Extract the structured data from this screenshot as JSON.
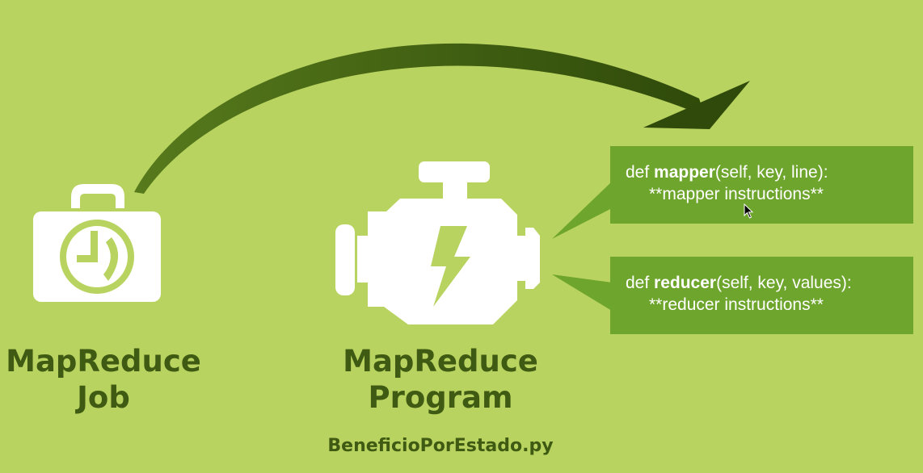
{
  "job": {
    "line1": "MapReduce",
    "line2": "Job"
  },
  "program": {
    "line1": "MapReduce",
    "line2": "Program"
  },
  "file_name": "BeneficioPorEstado.py",
  "mapper": {
    "prefix": "def ",
    "name": "mapper",
    "signature": "(self, key, line):",
    "body": "**mapper instructions**"
  },
  "reducer": {
    "prefix": "def ",
    "name": "reducer",
    "signature": "(self, key, values):",
    "body": "**reducer instructions**"
  },
  "colors": {
    "background": "#b8d35f",
    "dark_green": "#3f5a12",
    "box_green": "#6ea52c",
    "arrow": "#3d5a10",
    "icon": "#ffffff"
  },
  "icons": [
    "briefcase-clock-icon",
    "engine-lightning-icon",
    "curved-arrow-icon",
    "mouse-cursor-icon"
  ]
}
